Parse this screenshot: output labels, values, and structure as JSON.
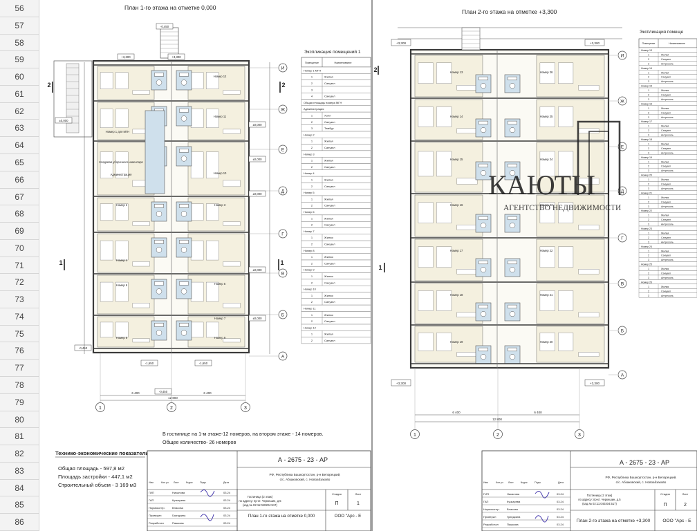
{
  "row_numbers": [
    "56",
    "57",
    "58",
    "59",
    "60",
    "61",
    "62",
    "63",
    "64",
    "65",
    "66",
    "67",
    "68",
    "69",
    "70",
    "71",
    "72",
    "73",
    "74",
    "75",
    "76",
    "77",
    "78",
    "79",
    "80",
    "81",
    "82",
    "83",
    "84",
    "85",
    "86"
  ],
  "plan1": {
    "title": "План 1-го этажа на отметке 0,000",
    "marks": [
      "+3,300",
      "+3,300",
      "-0,450",
      "±0,000",
      "±0,000",
      "±0,000",
      "±0,000",
      "±0,000",
      "±0,000",
      "-1,650",
      "-1,650",
      "-0,450",
      "-0,450"
    ],
    "axes_right": [
      "И",
      "Ж",
      "Е",
      "Д",
      "Г",
      "В",
      "Б",
      "А"
    ],
    "axes_bottom": [
      "1",
      "2",
      "3"
    ],
    "section_marks": [
      "1",
      "1",
      "2",
      "2"
    ],
    "dims_bottom": [
      "6 400",
      "6 400",
      "12 800"
    ],
    "rooms": [
      "Номер 12",
      "Номер 11",
      "Номер 10",
      "Номер 1 для МГН",
      "Номер 2",
      "Номер 3",
      "Номер 4",
      "Номер 5",
      "Номер 6",
      "Номер 7",
      "Номер 8",
      "Номер 9",
      "Кладовая уборочного инвентаря",
      "Администрация"
    ],
    "explication": {
      "title": "Экспликация помещений 1",
      "headers": [
        "Помещение",
        "Наименование"
      ],
      "rows": [
        {
          "n": "Номер 1 МГН"
        },
        {
          "n": "1",
          "name": "Жилая"
        },
        {
          "n": "2",
          "name": "Санузел"
        },
        {
          "n": "3",
          "name": ""
        },
        {
          "n": "4",
          "name": "Санузел"
        },
        {
          "n": "Общая площадь номера МГН"
        },
        {
          "n": "Администрация"
        },
        {
          "n": "1",
          "name": "Холл"
        },
        {
          "n": "2",
          "name": "Санузел"
        },
        {
          "n": "3",
          "name": "Тамбур"
        },
        {
          "n": "Номер 2"
        },
        {
          "n": "1",
          "name": "Жилая"
        },
        {
          "n": "2",
          "name": "Санузел"
        },
        {
          "n": "Номер 3"
        },
        {
          "n": "1",
          "name": "Жилая"
        },
        {
          "n": "2",
          "name": "Санузел"
        },
        {
          "n": "Номер 4"
        },
        {
          "n": "1",
          "name": "Жилая"
        },
        {
          "n": "2",
          "name": "Санузел"
        },
        {
          "n": "Номер 5"
        },
        {
          "n": "1",
          "name": "Жилая"
        },
        {
          "n": "2",
          "name": "Санузел"
        },
        {
          "n": "Номер 6"
        },
        {
          "n": "1",
          "name": "Жилая"
        },
        {
          "n": "2",
          "name": "Санузел"
        },
        {
          "n": "Номер 7"
        },
        {
          "n": "1",
          "name": "Жилая"
        },
        {
          "n": "2",
          "name": "Санузел"
        },
        {
          "n": "Номер 8"
        },
        {
          "n": "1",
          "name": "Жилая"
        },
        {
          "n": "2",
          "name": "Санузел"
        },
        {
          "n": "Номер 9"
        },
        {
          "n": "1",
          "name": "Жилая"
        },
        {
          "n": "2",
          "name": "Санузел"
        },
        {
          "n": "Номер 10"
        },
        {
          "n": "1",
          "name": "Жилая"
        },
        {
          "n": "2",
          "name": "Санузел"
        },
        {
          "n": "Номер 11"
        },
        {
          "n": "1",
          "name": "Жилая"
        },
        {
          "n": "2",
          "name": "Санузел"
        },
        {
          "n": "Номер 12"
        },
        {
          "n": "1",
          "name": "Жилая"
        },
        {
          "n": "2",
          "name": "Санузел"
        }
      ]
    },
    "note_lines": [
      "В гостинице на 1-м этаже-12 номеров, на втором этаже - 14 номеров.",
      "Общее количество- 26 номеров"
    ],
    "tep": {
      "title": "Технико-экономические показатели:",
      "lines": [
        "Общая площадь - 597,8 м2",
        "Площадь застройки - 447,1 м2",
        "Строительный объем - 3 169 м3"
      ]
    },
    "stamp": {
      "code": "А - 2675 - 23 - АР",
      "address": [
        "РФ, Республика Башкортостан, р-н Белорецкий,",
        "с/с. Абзаковский, с. Новоабзаково"
      ],
      "object": [
        "Гостиница (2 этаж)",
        "по адресу: пр-кт. Черкешин, д.5",
        "(кад.№ 02:11:040204:517)"
      ],
      "head_cols": [
        "Изм",
        "Кол.уч",
        "Лист",
        "№док",
        "Подп.",
        "Дата"
      ],
      "roles": [
        {
          "role": "ГИП",
          "name": "Никалова",
          "date": "03.24"
        },
        {
          "role": "ГАП",
          "name": "Кучкарева",
          "date": "03.24"
        },
        {
          "role": "Нормоконтр.",
          "name": "Власова",
          "date": "03.24"
        },
        {
          "role": "Проверил",
          "name": "Гриндкина",
          "date": "03.24"
        },
        {
          "role": "Разработал",
          "name": "Пашкова",
          "date": "03.24"
        }
      ],
      "stage_labels": [
        "Стадия",
        "Лист"
      ],
      "stage": "П",
      "sheet": "1",
      "sheet_title": "План 1-го этажа на отметке 0,000",
      "org": "ООО \"Арс - Е"
    }
  },
  "plan2": {
    "title": "План 2-го этажа на отметке +3,300",
    "marks": [
      "+3,300",
      "+3,300",
      "+3,300",
      "+3,300"
    ],
    "axes_right": [
      "И",
      "Ж",
      "Е",
      "Д",
      "Г",
      "В",
      "Б",
      "А"
    ],
    "axes_bottom": [
      "1",
      "2",
      "3"
    ],
    "dims_bottom": [
      "6 400",
      "6 400",
      "12 800"
    ],
    "rooms": [
      "Номер 13",
      "Номер 14",
      "Номер 15",
      "Номер 16",
      "Номер 17",
      "Номер 18",
      "Номер 19",
      "Номер 20",
      "Номер 21",
      "Номер 22",
      "Номер 23",
      "Номер 24",
      "Номер 25",
      "Номер 26"
    ],
    "explication": {
      "title": "Экспликация помеще",
      "headers": [
        "Помещение",
        "Наименование"
      ],
      "groups": [
        {
          "name": "Номер 13",
          "items": [
            "Жилая",
            "Санузел",
            "Антресоль"
          ]
        },
        {
          "name": "Номер 14",
          "items": [
            "Жилая",
            "Санузел",
            "Антресоль"
          ]
        },
        {
          "name": "Номер 15",
          "items": [
            "Жилая",
            "Санузел",
            "Антресоль"
          ]
        },
        {
          "name": "Номер 16",
          "items": [
            "Жилая",
            "Санузел",
            "Антресоль"
          ]
        },
        {
          "name": "Номер 17",
          "items": [
            "Жилая",
            "Санузел",
            "Антресоль"
          ]
        },
        {
          "name": "Номер 18",
          "items": [
            "Жилая",
            "Санузел",
            "Антресоль"
          ]
        },
        {
          "name": "Номер 19",
          "items": [
            "Жилая",
            "Санузел",
            "Антресоль"
          ]
        },
        {
          "name": "Номер 20",
          "items": [
            "Жилая",
            "Санузел",
            "Антресоль"
          ]
        },
        {
          "name": "Номер 21",
          "items": [
            "Жилая",
            "Санузел",
            "Антресоль"
          ]
        },
        {
          "name": "Номер 22",
          "items": [
            "Жилая",
            "Санузел",
            "Антресоль"
          ]
        },
        {
          "name": "Номер 23",
          "items": [
            "Жилая",
            "Санузел",
            "Антресоль"
          ]
        },
        {
          "name": "Номер 24",
          "items": [
            "Жилая",
            "Санузел",
            "Антресоль"
          ]
        },
        {
          "name": "Номер 25",
          "items": [
            "Жилая",
            "Санузел",
            "Антресоль"
          ]
        },
        {
          "name": "Номер 26",
          "items": [
            "Жилая",
            "Санузел",
            "Антресоль"
          ]
        }
      ]
    },
    "stamp": {
      "code": "А - 2675 - 23 - АР",
      "address": [
        "РФ, Республика Башкортостан, р-н Белорецкий,",
        "с/с. Абзаковский, с. Новоабзаково"
      ],
      "object": [
        "Гостиница (2 этаж)",
        "по адресу: пр-кт. Черкешин, д.5",
        "(кад.№ 02:11:040204:517)"
      ],
      "head_cols": [
        "Изм",
        "Кол.уч",
        "Лист",
        "№док",
        "Подп.",
        "Дата"
      ],
      "roles": [
        {
          "role": "ГИП",
          "name": "Никалова",
          "date": "03.24"
        },
        {
          "role": "ГАП",
          "name": "Кучкарева",
          "date": "03.24"
        },
        {
          "role": "Нормоконтр.",
          "name": "Власова",
          "date": "03.24"
        },
        {
          "role": "Проверил",
          "name": "Гриндкина",
          "date": "03.24"
        },
        {
          "role": "Разработал",
          "name": "Пашкова",
          "date": "03.24"
        }
      ],
      "stage_labels": [
        "Стадия",
        "Лист"
      ],
      "stage": "П",
      "sheet": "2",
      "sheet_title": "План 2-го этажа на отметке +3,300",
      "org": "ООО \"Арс - Е"
    }
  },
  "watermark": {
    "brand": "КАЮТЫ",
    "subtitle": "АГЕНТСТВО НЕДВИЖИМОСТИ"
  },
  "colors": {
    "room_fill": "#f4f0df",
    "bath_fill": "#cfe0ec",
    "wall": "#3a3a3a",
    "line": "#666666",
    "grid": "#9a9a9a"
  }
}
